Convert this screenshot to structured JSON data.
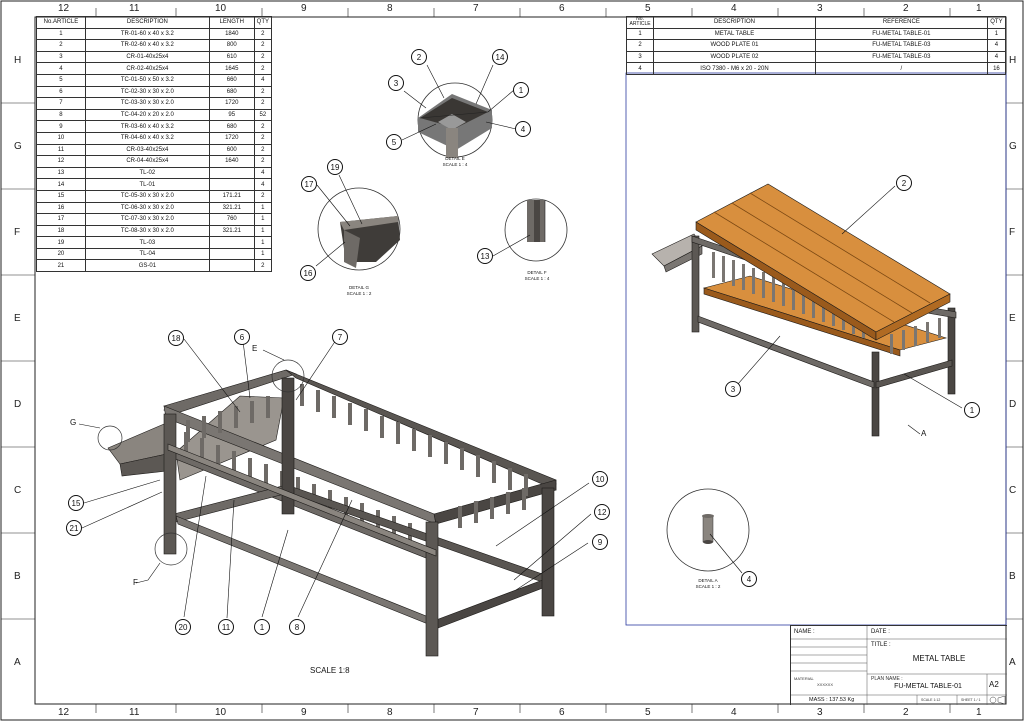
{
  "zones_top": [
    "12",
    "11",
    "10",
    "9",
    "8",
    "7",
    "6",
    "5",
    "4",
    "3",
    "2",
    "1"
  ],
  "zones_side": [
    "H",
    "G",
    "F",
    "E",
    "D",
    "C",
    "B",
    "A"
  ],
  "parts_table": {
    "headers": [
      "No.ARTICLE",
      "DESCRIPTION",
      "LENGTH",
      "QTY"
    ],
    "rows": [
      [
        "1",
        "TR-01-60 x 40 x 3.2",
        "1840",
        "2"
      ],
      [
        "2",
        "TR-02-60 x 40 x 3.2",
        "800",
        "2"
      ],
      [
        "3",
        "CR-01-40x25x4",
        "610",
        "2"
      ],
      [
        "4",
        "CR-02-40x25x4",
        "1645",
        "2"
      ],
      [
        "5",
        "TC-01-50 x 50 x 3.2",
        "660",
        "4"
      ],
      [
        "6",
        "TC-02-30 x 30 x 2.0",
        "680",
        "2"
      ],
      [
        "7",
        "TC-03-30 x 30 x 2.0",
        "1720",
        "2"
      ],
      [
        "8",
        "TC-04-20 x 20 x 2.0",
        "95",
        "52"
      ],
      [
        "9",
        "TR-03-60 x 40 x 3.2",
        "680",
        "2"
      ],
      [
        "10",
        "TR-04-60 x 40 x 3.2",
        "1720",
        "2"
      ],
      [
        "11",
        "CR-03-40x25x4",
        "600",
        "2"
      ],
      [
        "12",
        "CR-04-40x25x4",
        "1640",
        "2"
      ],
      [
        "13",
        "TL-02",
        "",
        "4"
      ],
      [
        "14",
        "TL-01",
        "",
        "4"
      ],
      [
        "15",
        "TC-05-30 x 30 x 2.0",
        "171.21",
        "2"
      ],
      [
        "16",
        "TC-06-30 x 30 x 2.0",
        "321.21",
        "1"
      ],
      [
        "17",
        "TC-07-30 x 30 x 2.0",
        "760",
        "1"
      ],
      [
        "18",
        "TC-08-30 x 30 x 2.0",
        "321.21",
        "1"
      ],
      [
        "19",
        "TL-03",
        "",
        "1"
      ],
      [
        "20",
        "TL-04",
        "",
        "1"
      ],
      [
        "21",
        "GS-01",
        "",
        "2"
      ]
    ]
  },
  "assembly_table": {
    "header_no": [
      "No.",
      "ARTICLE"
    ],
    "headers": [
      "DESCRIPTION",
      "REFERENCE",
      "QTY"
    ],
    "rows": [
      [
        "1",
        "METAL TABLE",
        "FU-METAL TABLE-01",
        "1"
      ],
      [
        "2",
        "WOOD PLATE 01",
        "FU-METAL TABLE-03",
        "4"
      ],
      [
        "3",
        "WOOD PLATE 02",
        "FU-METAL TABLE-03",
        "4"
      ],
      [
        "4",
        "ISO 7380 - M6 x 20 - 20N",
        "/",
        "16"
      ]
    ]
  },
  "details": {
    "e": {
      "title": "DETAIL E",
      "scale": "SCALE 1 : 4"
    },
    "g": {
      "title": "DETAIL G",
      "scale": "SCALE 1 : 2"
    },
    "f": {
      "title": "DETAIL F",
      "scale": "SCALE 1 : 4"
    },
    "a": {
      "title": "DETAIL A",
      "scale": "SCALE 1 : 2"
    }
  },
  "main_view": {
    "scale": "SCALE 1:8"
  },
  "balloons": {
    "detail_e": [
      "2",
      "14",
      "3",
      "1",
      "5",
      "4"
    ],
    "detail_g": [
      "19",
      "17",
      "16"
    ],
    "detail_f": [
      "13"
    ],
    "main": [
      "18",
      "6",
      "7",
      "15",
      "21",
      "10",
      "12",
      "9",
      "20",
      "11",
      "1",
      "8"
    ],
    "iso": [
      "2",
      "3",
      "1"
    ],
    "detail_a": [
      "4"
    ]
  },
  "callout_letters": {
    "e": "E",
    "g": "G",
    "f": "F",
    "a": "A"
  },
  "title_block": {
    "name_label": "NAME :",
    "date_label": "DATE :",
    "title_label": "TITLE :",
    "title": "METAL TABLE",
    "material_label": "MATERIAL",
    "material_value": "XXXXXX",
    "plan_name_label": "PLAN NAME :",
    "plan_name": "FU-METAL TABLE-01",
    "size": "A2",
    "mass": "MASS : 137.53 Kg",
    "scale": "SCALE 1:12",
    "sheet": "SHEET 1 / 1"
  },
  "colors": {
    "steel": "#6e6a66",
    "steel_dark": "#3a3734",
    "steel_light": "#a8a39e",
    "wood": "#d88f3e",
    "wood_dark": "#9a5a1c",
    "line": "#111111"
  }
}
